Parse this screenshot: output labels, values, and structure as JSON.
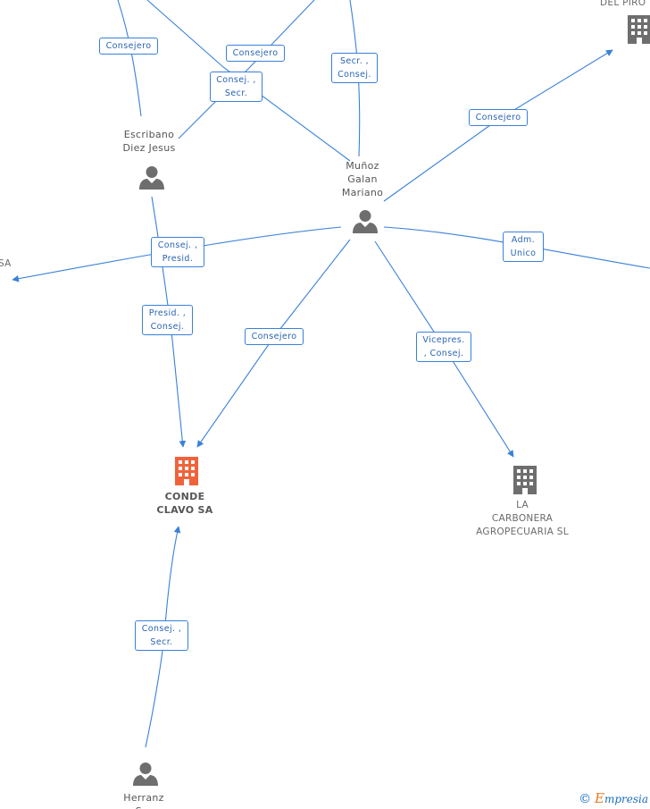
{
  "nodes": {
    "escribano": "Escribano\nDiez Jesus",
    "munoz": "Muñoz\nGalan\nMariano",
    "herranz": "Herranz\nS...",
    "conde_clavo": "CONDE\nCLAVO SA",
    "la_carbonera": "LA\nCARBONERA\nAGROPECUARIA SL",
    "del_piro": "DEL PIRO",
    "sa_left": "SA"
  },
  "edge_labels": {
    "e1": "Consejero",
    "e2": "Consejero",
    "e3": "Consej. ,\nSecr.",
    "e4": "Secr. ,\nConsej.",
    "e5": "Consejero",
    "e6": "Consej. ,\nPresid.",
    "e7": "Adm.\nUnico",
    "e8": "Presid. ,\nConsej.",
    "e9": "Consejero",
    "e10": "Vicepres.\n, Consej.",
    "e11": "Consej. ,\nSecr."
  },
  "watermark": {
    "copyright": "©",
    "brand_e": "E",
    "brand_rest": "mpresia"
  },
  "colors": {
    "edge": "#3a80d9",
    "person_icon": "#6e6e6e",
    "company_icon": "#6e6e6e",
    "focus_company_icon": "#f0633a"
  }
}
